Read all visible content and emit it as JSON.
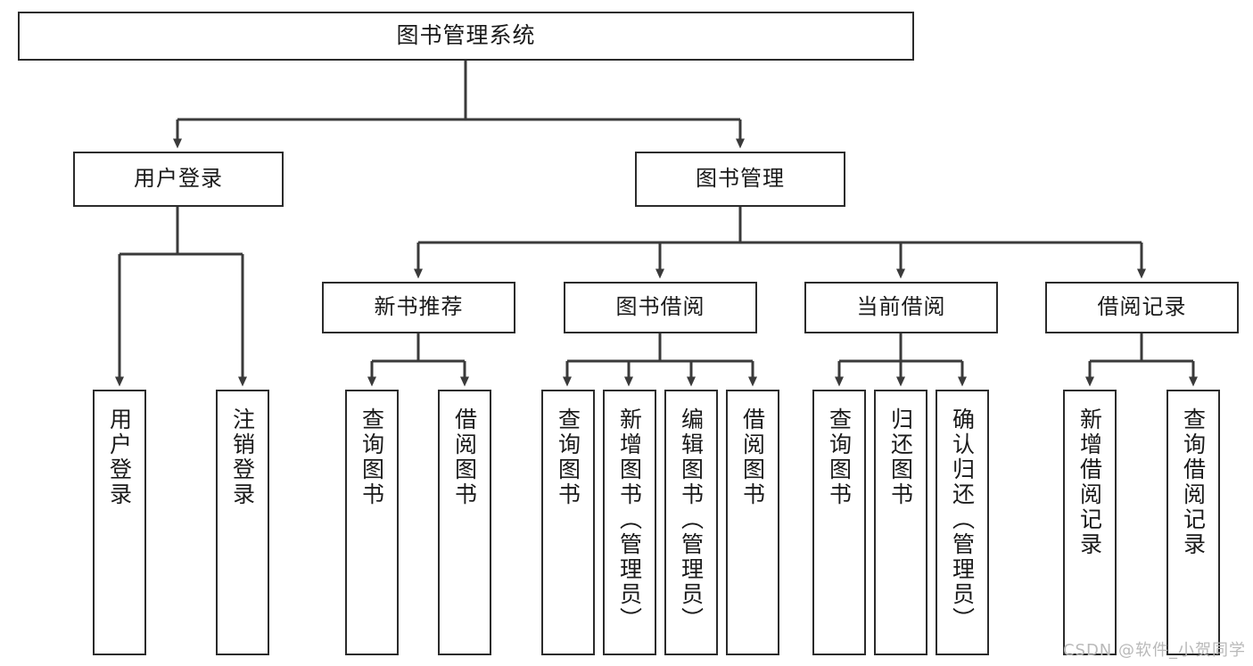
{
  "diagram": {
    "title": "图书管理系统",
    "type": "tree-hierarchy",
    "root": {
      "label": "图书管理系统"
    },
    "level2": [
      {
        "label": "用户登录"
      },
      {
        "label": "图书管理"
      }
    ],
    "level3": [
      {
        "label": "新书推荐"
      },
      {
        "label": "图书借阅"
      },
      {
        "label": "当前借阅"
      },
      {
        "label": "借阅记录"
      }
    ],
    "leaves": [
      {
        "label": "用户登录"
      },
      {
        "label": "注销登录"
      },
      {
        "label": "查询图书"
      },
      {
        "label": "借阅图书"
      },
      {
        "label": "查询图书"
      },
      {
        "label": "新增图书（管理员）"
      },
      {
        "label": "编辑图书（管理员）"
      },
      {
        "label": "借阅图书"
      },
      {
        "label": "查询图书"
      },
      {
        "label": "归还图书"
      },
      {
        "label": "确认归还（管理员）"
      },
      {
        "label": "新增借阅记录"
      },
      {
        "label": "查询借阅记录"
      }
    ],
    "colors": {
      "box_border": "#2b2b2b",
      "box_fill": "#ffffff",
      "connector": "#3a3a3a",
      "text": "#1a1a1a",
      "watermark": "#b9b9b9",
      "background": "#ffffff"
    }
  },
  "watermark": {
    "text": "CSDN @软件_小贺同学"
  }
}
